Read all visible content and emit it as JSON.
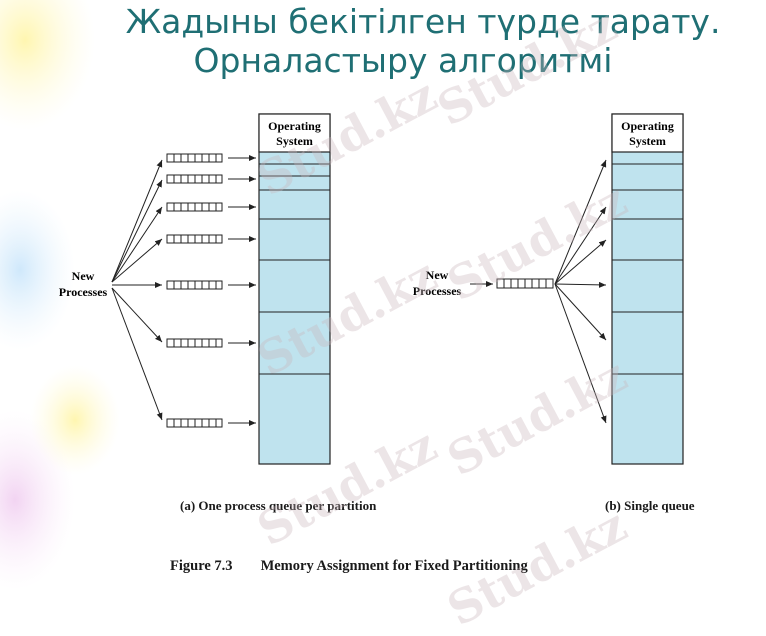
{
  "title": {
    "line1": "Жадыны бекітілген түрде тарату.",
    "line2": "Орналастыру алгоритмі"
  },
  "diagram_a": {
    "os_label_line1": "Operating",
    "os_label_line2": "System",
    "input_label_line1": "New",
    "input_label_line2": "Processes",
    "caption": "(a) One process queue per partition"
  },
  "diagram_b": {
    "os_label_line1": "Operating",
    "os_label_line2": "System",
    "input_label_line1": "New",
    "input_label_line2": "Processes",
    "caption": "(b) Single queue"
  },
  "figure": {
    "number": "Figure 7.3",
    "caption": "Memory Assignment for Fixed Partitioning"
  },
  "watermark": {
    "text": "Stud.kz"
  },
  "colors": {
    "title": "#1f6f74",
    "partition_fill": "#bfe3ee",
    "os_fill": "#ffffff",
    "line": "#222222"
  }
}
